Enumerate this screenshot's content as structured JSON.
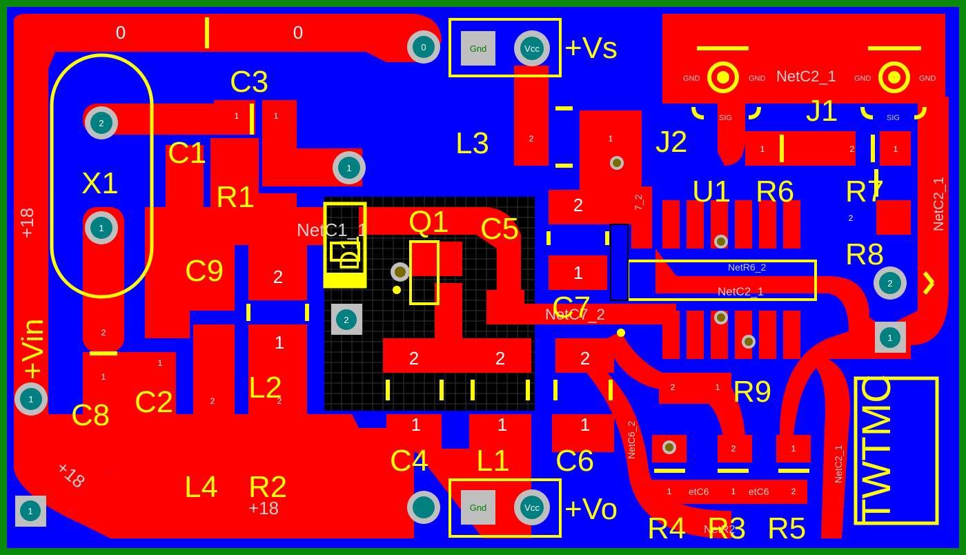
{
  "colors": {
    "board_border": "#0a8a0a",
    "bottom_copper": "#0000ff",
    "top_copper": "#ff0000",
    "silkscreen": "#ffff00",
    "via": "#008080",
    "pad_gray": "#bfbfbf",
    "keepout_black": "#000000"
  },
  "components": {
    "X1": "X1",
    "C1": "C1",
    "C2": "C2",
    "C3": "C3",
    "C4": "C4",
    "C5": "C5",
    "C6": "C6",
    "C7": "C7",
    "C8": "C8",
    "C9": "C9",
    "R1": "R1",
    "R2": "R2",
    "R3": "R3",
    "R4": "R4",
    "R5": "R5",
    "R6": "R6",
    "R7": "R7",
    "R8": "R8",
    "R9": "R9",
    "L1": "L1",
    "L2": "L2",
    "L3": "L3",
    "L4": "L4",
    "Q1": "Q1",
    "D1": "D1",
    "U1": "U1",
    "J1": "J1",
    "J2": "J2"
  },
  "connectors": {
    "vs_label": "+Vs",
    "vo_label": "+Vo",
    "vin_label": "+Vin",
    "gnd": "Gnd",
    "vcc": "Vcc"
  },
  "nets": {
    "netc1_1": "NetC1_1",
    "netc2_1": "NetC2_1",
    "netc6_2": "NetC6_2",
    "netr6_2": "NetR6_2",
    "netc2_1_b": "NetC2_1",
    "net_plus18": "+18",
    "net_zero": "0",
    "netc6_short": "etC6",
    "netr2": "NetR2",
    "netc7": "NetC7_2",
    "sig": "SIG",
    "gnd_small": "GND",
    "pin7_2": "7_2"
  },
  "logo": "TWTMC",
  "pad_numbers": {
    "one": "1",
    "two": "2",
    "zero": "0"
  }
}
